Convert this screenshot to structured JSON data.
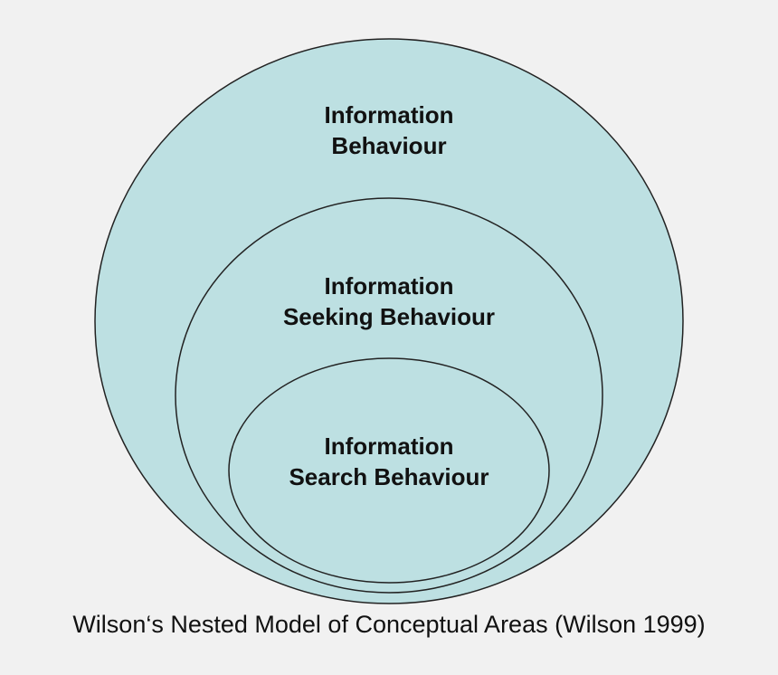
{
  "diagram": {
    "fill_color": "#bde0e2",
    "stroke_color": "#222222",
    "background_color": "#f1f1f1",
    "outer": {
      "line1": "Information",
      "line2": "Behaviour"
    },
    "middle": {
      "line1": "Information",
      "line2": "Seeking Behaviour"
    },
    "inner": {
      "line1": "Information",
      "line2": "Search Behaviour"
    }
  },
  "caption": "Wilson‘s Nested Model of Conceptual Areas (Wilson 1999)"
}
